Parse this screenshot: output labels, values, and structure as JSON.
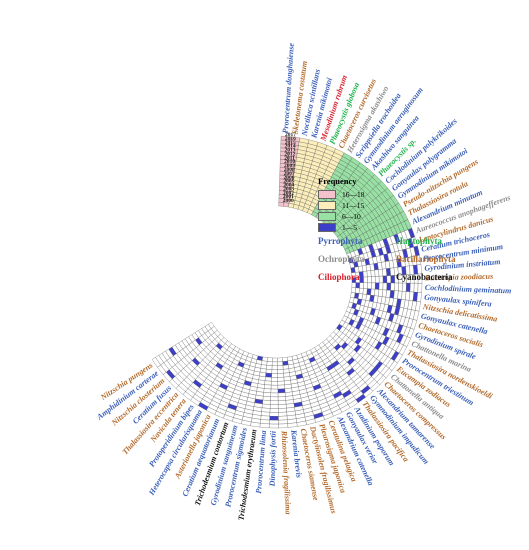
{
  "chart_data": {
    "type": "heatmap",
    "layout": "circular",
    "years": [
      "2000",
      "2001",
      "2002",
      "2003",
      "2004",
      "2005",
      "2006",
      "2007",
      "2008",
      "2009",
      "2010",
      "2011",
      "2012",
      "2013",
      "2014",
      "2015",
      "2016",
      "2017"
    ],
    "species": [
      {
        "name": "Prorocentrum donghaiense",
        "phylum": "Pyrrophyta",
        "count": 18
      },
      {
        "name": "Skeletonema costatum",
        "phylum": "Bacillariophyta",
        "count": 17
      },
      {
        "name": "Noctiluca scintillans",
        "phylum": "Pyrrophyta",
        "count": 14
      },
      {
        "name": "Karenia mikimotoi",
        "phylum": "Pyrrophyta",
        "count": 13
      },
      {
        "name": "Mesodinium rubrum",
        "phylum": "Ciliophora",
        "count": 12
      },
      {
        "name": "Phaeocystis globosa",
        "phylum": "Haptophyta",
        "count": 11
      },
      {
        "name": "Chaetoceros curvisetus",
        "phylum": "Bacillariophyta",
        "count": 11
      },
      {
        "name": "Heterosigma akashiwo",
        "phylum": "Ochrophyta",
        "count": 10
      },
      {
        "name": "Scrippsiella trochoidea",
        "phylum": "Pyrrophyta",
        "count": 10
      },
      {
        "name": "Gymnodinium aeruginosum",
        "phylum": "Pyrrophyta",
        "count": 9
      },
      {
        "name": "Akashiwo sanguinea",
        "phylum": "Pyrrophyta",
        "count": 9
      },
      {
        "name": "Phaeocystis sp.",
        "phylum": "Haptophyta",
        "count": 8
      },
      {
        "name": "Cochlodinium polykrikoides",
        "phylum": "Pyrrophyta",
        "count": 8
      },
      {
        "name": "Gonyaulax polygramma",
        "phylum": "Pyrrophyta",
        "count": 7
      },
      {
        "name": "Gymnodinium mikimotoi",
        "phylum": "Pyrrophyta",
        "count": 7
      },
      {
        "name": "Pseudo-nitzschia pungens",
        "phylum": "Bacillariophyta",
        "count": 6
      },
      {
        "name": "Thalassiosira rotula",
        "phylum": "Bacillariophyta",
        "count": 6
      },
      {
        "name": "Alexandrium minutum",
        "phylum": "Pyrrophyta",
        "count": 6
      },
      {
        "name": "Aureococcus anophagefferens",
        "phylum": "Ochrophyta",
        "count": 5
      },
      {
        "name": "Leptocylindrus danicus",
        "phylum": "Bacillariophyta",
        "count": 5
      },
      {
        "name": "Ceratium trichoceros",
        "phylum": "Pyrrophyta",
        "count": 5
      },
      {
        "name": "Prorocentrum minimum",
        "phylum": "Pyrrophyta",
        "count": 5
      },
      {
        "name": "Gyrodinium instriatum",
        "phylum": "Pyrrophyta",
        "count": 4
      },
      {
        "name": "Eucampia zoodiacus",
        "phylum": "Bacillariophyta",
        "count": 4
      },
      {
        "name": "Cochlodinium geminatum",
        "phylum": "Pyrrophyta",
        "count": 4
      },
      {
        "name": "Gonyaulax spinifera",
        "phylum": "Pyrrophyta",
        "count": 4
      },
      {
        "name": "Nitzschia delicatissima",
        "phylum": "Bacillariophyta",
        "count": 3
      },
      {
        "name": "Gonyaulax catenella",
        "phylum": "Pyrrophyta",
        "count": 3
      },
      {
        "name": "Chaetoceros socialis",
        "phylum": "Bacillariophyta",
        "count": 3
      },
      {
        "name": "Gyrodinium spirale",
        "phylum": "Pyrrophyta",
        "count": 3
      },
      {
        "name": "Chattonella marina",
        "phylum": "Ochrophyta",
        "count": 3
      },
      {
        "name": "Thalassiosira nordenskioeldi",
        "phylum": "Bacillariophyta",
        "count": 3
      },
      {
        "name": "Prorocentrum triestinum",
        "phylum": "Pyrrophyta",
        "count": 2
      },
      {
        "name": "Eucampia zodiacus",
        "phylum": "Bacillariophyta",
        "count": 2
      },
      {
        "name": "Chattonella antiqua",
        "phylum": "Ochrophyta",
        "count": 2
      },
      {
        "name": "Chaetoceros compressus",
        "phylum": "Bacillariophyta",
        "count": 2
      },
      {
        "name": "Alexandrium tamarense",
        "phylum": "Pyrrophyta",
        "count": 2
      },
      {
        "name": "Gymnodinium impudicum",
        "phylum": "Pyrrophyta",
        "count": 2
      },
      {
        "name": "Thalassiosira pacifica",
        "phylum": "Bacillariophyta",
        "count": 2
      },
      {
        "name": "Azadinium poporum",
        "phylum": "Pyrrophyta",
        "count": 2
      },
      {
        "name": "Gonyaulax verior",
        "phylum": "Pyrrophyta",
        "count": 1
      },
      {
        "name": "Alexandrium catenella",
        "phylum": "Pyrrophyta",
        "count": 1
      },
      {
        "name": "Ceratulina pelagica",
        "phylum": "Bacillariophyta",
        "count": 1
      },
      {
        "name": "Pleurosigma japonica",
        "phylum": "Bacillariophyta",
        "count": 1
      },
      {
        "name": "Dactyliosolen fragilissimus",
        "phylum": "Bacillariophyta",
        "count": 1
      },
      {
        "name": "Chaetoceros siamense",
        "phylum": "Bacillariophyta",
        "count": 1
      },
      {
        "name": "Karenia brevis",
        "phylum": "Pyrrophyta",
        "count": 1
      },
      {
        "name": "Rhizosolenia fragilissima",
        "phylum": "Bacillariophyta",
        "count": 1
      },
      {
        "name": "Dinophysis fortii",
        "phylum": "Pyrrophyta",
        "count": 1
      },
      {
        "name": "Prorocentrum lima",
        "phylum": "Pyrrophyta",
        "count": 1
      },
      {
        "name": "Trichodesmium erythraeum",
        "phylum": "Cyanobacteria",
        "count": 1
      },
      {
        "name": "Prorocentrum sigmoides",
        "phylum": "Pyrrophyta",
        "count": 1
      },
      {
        "name": "Gyrodinium sanguineum",
        "phylum": "Pyrrophyta",
        "count": 1
      },
      {
        "name": "Trichodesmium contortum",
        "phylum": "Cyanobacteria",
        "count": 1
      },
      {
        "name": "Ceratium aequatorianum",
        "phylum": "Pyrrophyta",
        "count": 1
      },
      {
        "name": "Asterionella japonica",
        "phylum": "Bacillariophyta",
        "count": 1
      },
      {
        "name": "Heterocapsa circularisquama",
        "phylum": "Pyrrophyta",
        "count": 1
      },
      {
        "name": "Protoperidinium bipes",
        "phylum": "Pyrrophyta",
        "count": 1
      },
      {
        "name": "Navicula tenera",
        "phylum": "Bacillariophyta",
        "count": 1
      },
      {
        "name": "Thalassiosira eccentrica",
        "phylum": "Bacillariophyta",
        "count": 1
      },
      {
        "name": "Ceratium fusus",
        "phylum": "Pyrrophyta",
        "count": 1
      },
      {
        "name": "Nitzschia closterium",
        "phylum": "Bacillariophyta",
        "count": 1
      },
      {
        "name": "Amphidinium carterae",
        "phylum": "Pyrrophyta",
        "count": 1
      },
      {
        "name": "Nitzschia pungens",
        "phylum": "Bacillariophyta",
        "count": 1
      }
    ],
    "legend": {
      "title": "Frequency",
      "classes": [
        {
          "label": "16—18",
          "color": "#f4c2cc",
          "min": 16,
          "max": 18
        },
        {
          "label": "11—15",
          "color": "#fbeebb",
          "min": 11,
          "max": 15
        },
        {
          "label": "6—10",
          "color": "#98e0a4",
          "min": 6,
          "max": 10
        },
        {
          "label": "1—5",
          "color": "#3d3fc8",
          "min": 1,
          "max": 5
        }
      ]
    },
    "phyla": [
      {
        "name": "Pyrrophyta",
        "color": "#3a5fb8"
      },
      {
        "name": "Haptophyta",
        "color": "#1fb24a"
      },
      {
        "name": "Ochrophyta",
        "color": "#8c8c8c"
      },
      {
        "name": "Bacillariophyta",
        "color": "#b36b2c"
      },
      {
        "name": "Ciliophora",
        "color": "#d81e2c"
      },
      {
        "name": "Cyanobacteria",
        "color": "#111111"
      }
    ]
  }
}
